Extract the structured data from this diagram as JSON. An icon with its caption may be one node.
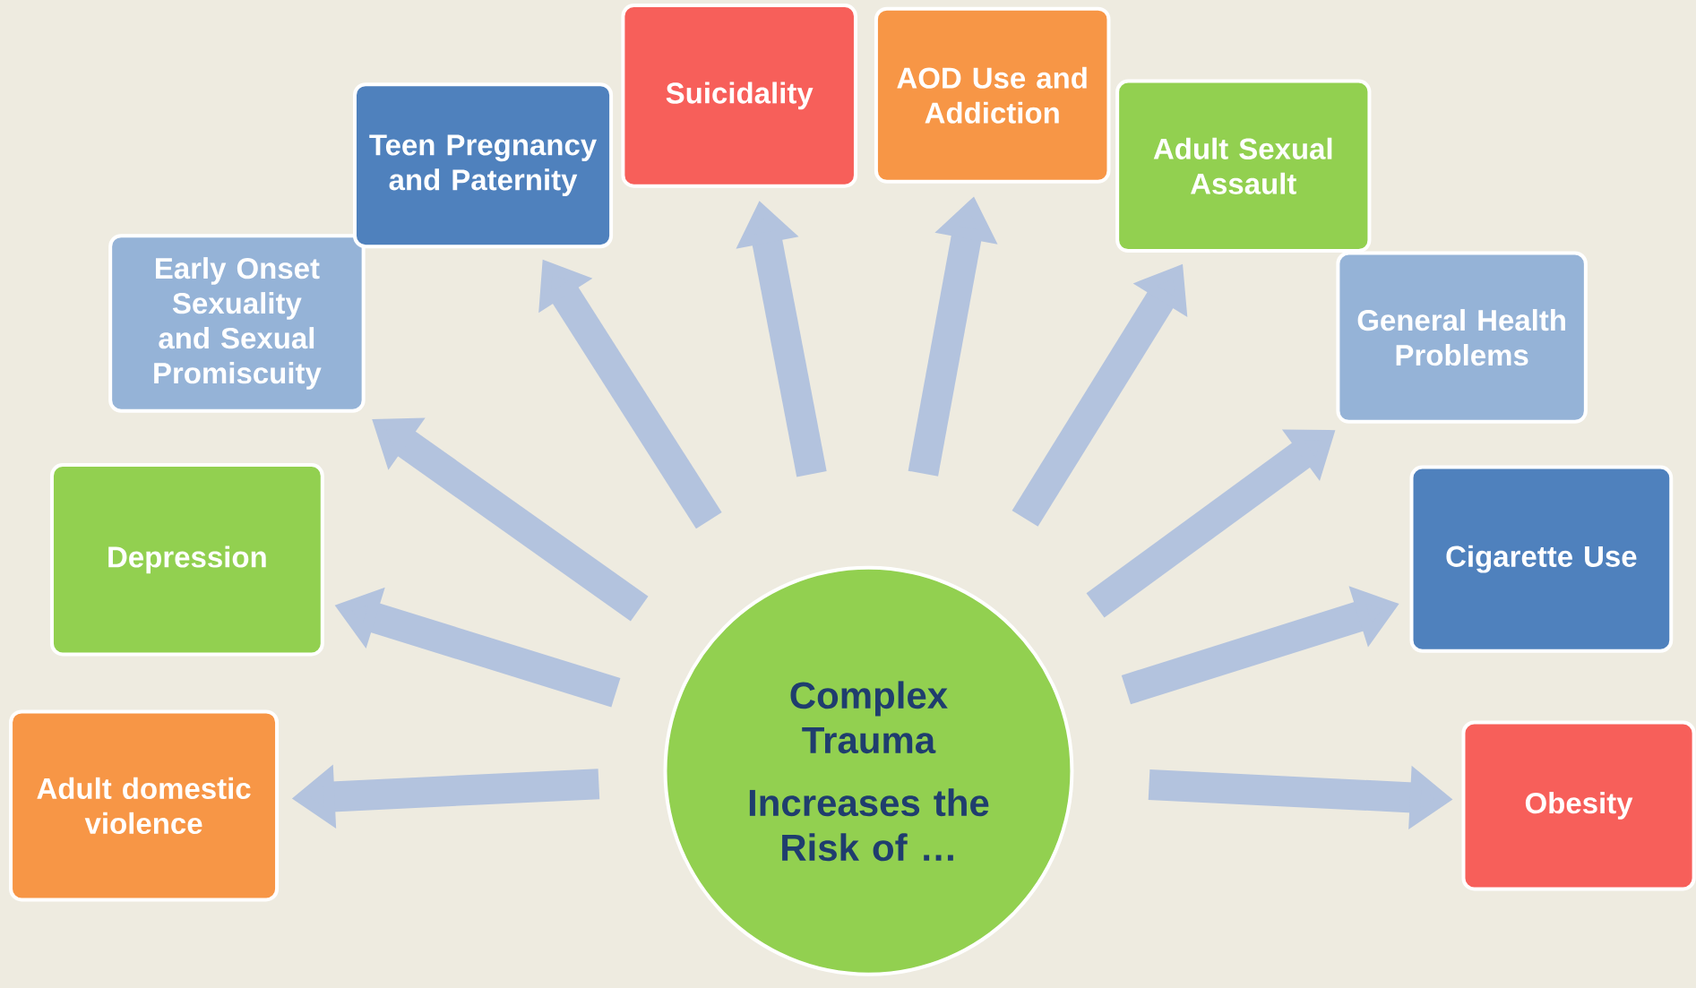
{
  "diagram": {
    "nodes": [
      {
        "text": [
          "Complex Trauma",
          "Increases the Risk of …"
        ]
      },
      {
        "text": [
          "Adult domestic violence"
        ]
      },
      {
        "text": [
          "Depression"
        ]
      },
      {
        "text": [
          "Early Onset Sexuality and Sexual Promiscuity"
        ]
      },
      {
        "text": [
          "Teen Pregnancy and Paternity"
        ]
      },
      {
        "text": [
          "Suicidality"
        ]
      },
      {
        "text": [
          "AOD Use and Addiction"
        ]
      },
      {
        "text": [
          "Adult Sexual Assault"
        ]
      },
      {
        "text": [
          "General Health Problems"
        ]
      },
      {
        "text": [
          "Cigarette Use"
        ]
      },
      {
        "text": [
          "Obesity"
        ]
      }
    ],
    "edges": [
      {
        "from": 0,
        "to": 1,
        "arrow": "to"
      },
      {
        "from": 0,
        "to": 2,
        "arrow": "to"
      },
      {
        "from": 0,
        "to": 3,
        "arrow": "to"
      },
      {
        "from": 0,
        "to": 4,
        "arrow": "to"
      },
      {
        "from": 0,
        "to": 5,
        "arrow": "to"
      },
      {
        "from": 0,
        "to": 6,
        "arrow": "to"
      },
      {
        "from": 0,
        "to": 7,
        "arrow": "to"
      },
      {
        "from": 0,
        "to": 8,
        "arrow": "to"
      },
      {
        "from": 0,
        "to": 9,
        "arrow": "to"
      },
      {
        "from": 0,
        "to": 10,
        "arrow": "to"
      }
    ]
  }
}
